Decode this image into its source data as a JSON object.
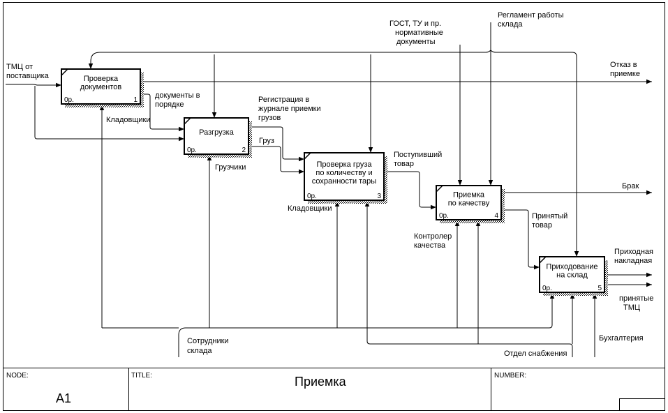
{
  "diagram": {
    "boxes": [
      {
        "id": "b1",
        "title": [
          "Проверка",
          "документов"
        ],
        "cost": "0р.",
        "num": "1"
      },
      {
        "id": "b2",
        "title": [
          "Разгрузка"
        ],
        "cost": "0р.",
        "num": "2"
      },
      {
        "id": "b3",
        "title": [
          "Проверка груза",
          "по количеству и",
          "сохранности тары"
        ],
        "cost": "0р.",
        "num": "3"
      },
      {
        "id": "b4",
        "title": [
          "Приемка",
          "по качеству"
        ],
        "cost": "0р.",
        "num": "4"
      },
      {
        "id": "b5",
        "title": [
          "Приходование",
          "на склад"
        ],
        "cost": "0р.",
        "num": "5"
      }
    ],
    "labels": {
      "in_tmc": [
        "ТМЦ от",
        "поставщика"
      ],
      "gost": [
        "ГОСТ, ТУ и пр.",
        "нормативные",
        "документы"
      ],
      "reglament": [
        "Регламент работы",
        "склада"
      ],
      "otkaz": [
        "Отказ в",
        "приемке"
      ],
      "docs_ok": [
        "документы в",
        "порядке"
      ],
      "kladovshiki1": [
        "Кладовщики"
      ],
      "registration": [
        "Регистрация в",
        "журнале приемки",
        "грузов"
      ],
      "gruz": [
        "Груз"
      ],
      "gruzchiki": [
        "Грузчики"
      ],
      "postupivshiy": [
        "Поступивший",
        "товар"
      ],
      "kladovshiki2": [
        "Кладовщики"
      ],
      "brak": [
        "Брак"
      ],
      "prinyatyi_tovar": [
        "Принятый",
        "товар"
      ],
      "kontroler": [
        "Контролер",
        "качества"
      ],
      "prihodnaya": [
        "Приходная",
        "накладная"
      ],
      "prinyatye_tmc": [
        "принятые",
        "ТМЦ"
      ],
      "sotrudniki": [
        "Сотрудники",
        "склада"
      ],
      "buhgalteriya": [
        "Бухгалтерия"
      ],
      "otdel": [
        "Отдел снабжения"
      ]
    }
  },
  "frame": {
    "node_label": "NODE:",
    "node_value": "A1",
    "title_label": "TITLE:",
    "title_value": "Приемка",
    "number_label": "NUMBER:"
  }
}
